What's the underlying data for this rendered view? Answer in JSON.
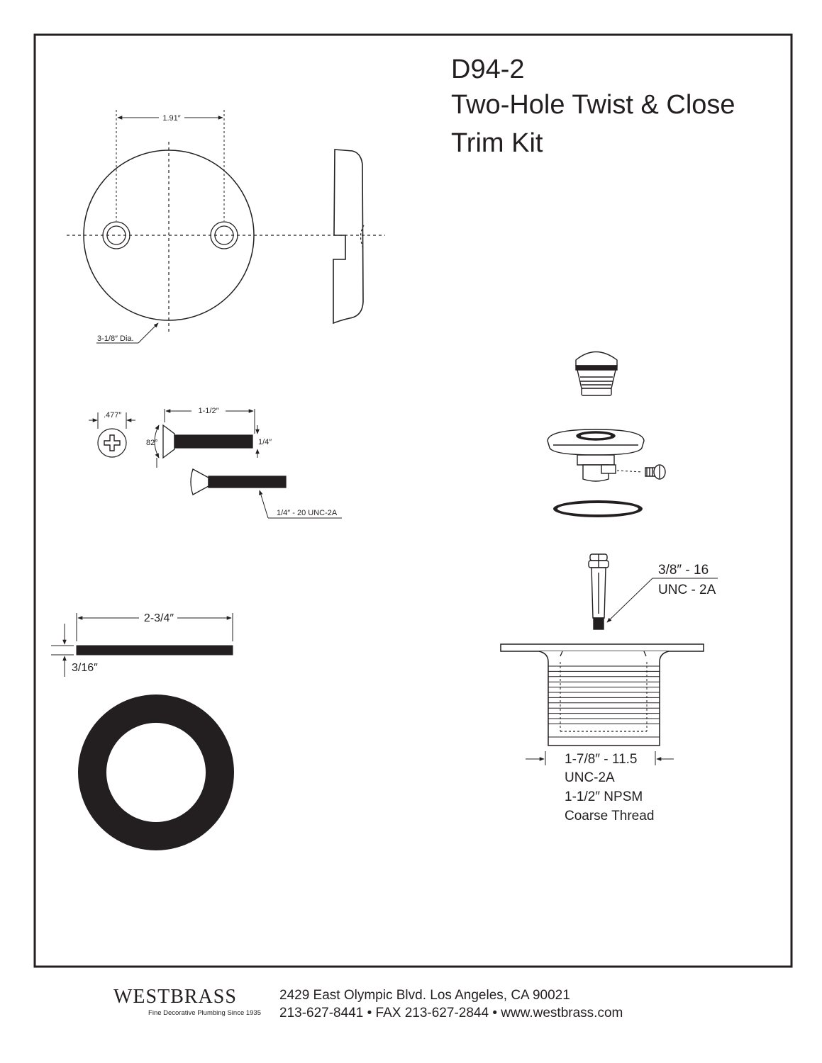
{
  "document": {
    "model": "D94-2",
    "title_lines": [
      "Two-Hole Twist & Close",
      "Trim Kit"
    ]
  },
  "overflow_plate": {
    "hole_spacing": "1.91″",
    "diameter": "3-1/8″ Dia."
  },
  "screws": {
    "head_diameter": ".477″",
    "length": "1-1/2″",
    "head_angle": "82°",
    "shank": "1/4″",
    "thread": "1/4″ - 20 UNC-2A"
  },
  "gasket": {
    "diameter": "2-3/4″",
    "thickness": "3/16″"
  },
  "stopper_stem": {
    "thread_line1": "3/8″ - 16",
    "thread_line2": "UNC - 2A"
  },
  "drain_body": {
    "spec_lines": [
      "1-7/8″ - 11.5",
      "UNC-2A",
      "1-1/2″ NPSM",
      "Coarse Thread"
    ]
  },
  "footer": {
    "brand": "WESTBRASS",
    "tagline": "Fine Decorative Plumbing Since 1935",
    "address": "2429 East Olympic Blvd. Los Angeles, CA  90021",
    "contact": "213-627-8441 • FAX 213-627-2844 • www.westbrass.com"
  }
}
